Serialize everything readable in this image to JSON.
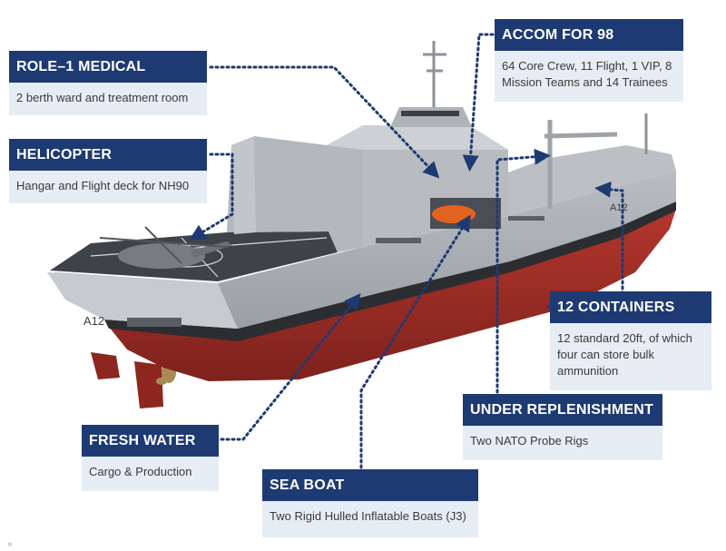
{
  "callouts": {
    "medical": {
      "title": "ROLE–1 MEDICAL",
      "body": "2 berth ward and treatment room"
    },
    "helicopter": {
      "title": "HELICOPTER",
      "body": "Hangar and Flight deck for NH90"
    },
    "accom": {
      "title": "ACCOM FOR 98",
      "body": "64 Core Crew, 11 Flight, 1 VIP, 8 Mission Teams and 14 Trainees"
    },
    "containers": {
      "title": "12 CONTAINERS",
      "body": "12 standard 20ft, of which four can store bulk ammunition"
    },
    "replenishment": {
      "title": "UNDER REPLENISHMENT",
      "body": "Two NATO Probe Rigs"
    },
    "fresh_water": {
      "title": "FRESH WATER",
      "body": "Cargo & Production"
    },
    "sea_boat": {
      "title": "SEA BOAT",
      "body": "Two Rigid Hulled Inflatable Boats (J3)"
    }
  },
  "ship": {
    "pennant_stern": "A12",
    "pennant_bow": "A12",
    "colors": {
      "hull_grey": "#a9aeb3",
      "deck_dark": "#3e4349",
      "boot_topping": "#2b2d31",
      "antifouling_red": "#a8312a",
      "callout_navy": "#1e3a72",
      "callout_body": "#e6edf5",
      "leader_line": "#1e3a72",
      "lifeboat_orange": "#e2621f"
    }
  },
  "footer": {
    "chevron": "»"
  }
}
